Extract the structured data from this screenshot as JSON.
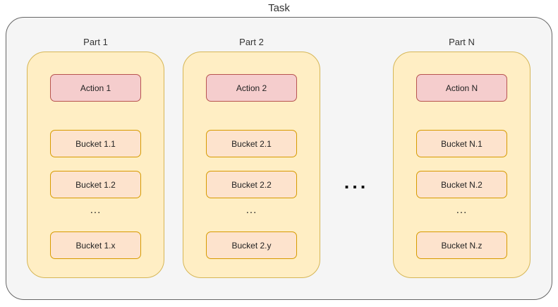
{
  "diagram": {
    "title": "Task",
    "gap_ellipsis": "...",
    "colors": {
      "task_fill": "#f5f5f5",
      "task_stroke": "#666666",
      "part_fill": "#ffeec4",
      "part_stroke": "#d6b656",
      "action_fill": "#f5cdcd",
      "action_stroke": "#b85450",
      "bucket_fill": "#fde3cd",
      "bucket_stroke": "#d79b00",
      "text": "#333333",
      "background": "#ffffff"
    },
    "parts": [
      {
        "label": "Part 1",
        "action": "Action 1",
        "buckets_top": [
          "Bucket 1.1",
          "Bucket 1.2"
        ],
        "ellipsis": "...",
        "bucket_last": "Bucket 1.x"
      },
      {
        "label": "Part 2",
        "action": "Action 2",
        "buckets_top": [
          "Bucket 2.1",
          "Bucket 2.2"
        ],
        "ellipsis": "...",
        "bucket_last": "Bucket 2.y"
      },
      {
        "label": "Part N",
        "action": "Action N",
        "buckets_top": [
          "Bucket N.1",
          "Bucket N.2"
        ],
        "ellipsis": "...",
        "bucket_last": "Bucket N.z"
      }
    ]
  }
}
